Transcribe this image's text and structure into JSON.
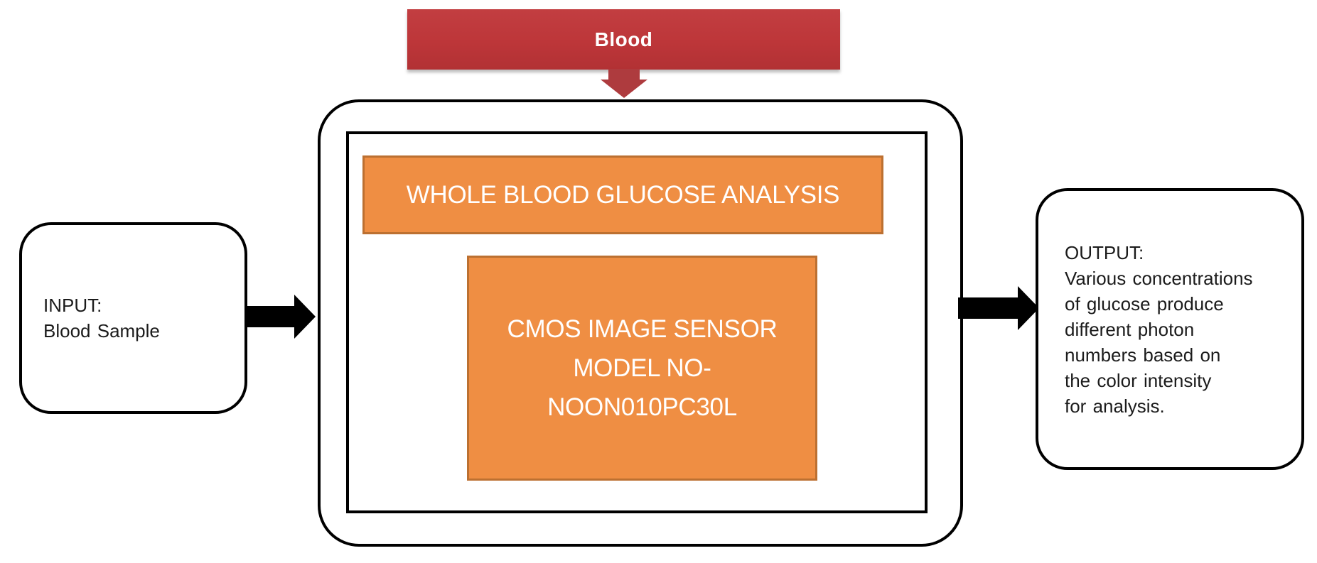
{
  "banner": {
    "label": "Blood"
  },
  "input_box": {
    "lines": [
      "INPUT:",
      "Blood Sample"
    ]
  },
  "analysis_box": {
    "label": "WHOLE BLOOD GLUCOSE ANALYSIS"
  },
  "sensor_box": {
    "lines": [
      "CMOS IMAGE SENSOR",
      "MODEL NO-",
      "NOON010PC30L"
    ]
  },
  "output_box": {
    "lines": [
      "OUTPUT:",
      "Various concentrations",
      "of glucose produce",
      "different photon",
      "numbers based on",
      "the color intensity",
      "for analysis."
    ]
  },
  "colors": {
    "banner_red": "#BD3639",
    "arrow_red": "#AE3B3E",
    "orange_fill": "#EF8E43",
    "orange_border": "#BC7031",
    "outline_black": "#000000"
  }
}
